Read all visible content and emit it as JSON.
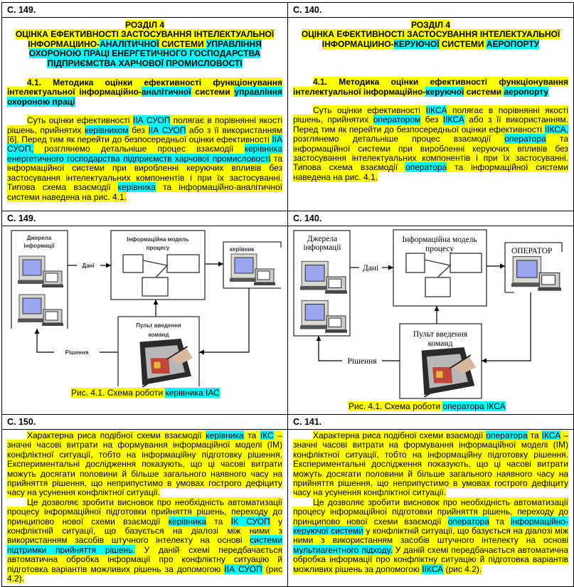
{
  "colors": {
    "yellow": "#ffff00",
    "cyan": "#00ffff"
  },
  "rows": [
    {
      "left_page": "С. 149.",
      "right_page": "С. 140."
    },
    {
      "left_page": "С. 149.",
      "right_page": "С. 140."
    },
    {
      "left_page": "С. 150.",
      "right_page": "С. 141."
    }
  ],
  "left_top": {
    "section": [
      {
        "t": "РОЗДІЛ 4",
        "h": "y"
      }
    ],
    "title": [
      {
        "t": "ОЦІНКА ЕФЕКТИВНОСТІ ЗАСТОСУВАННЯ ІНТЕЛЕКТУАЛЬНОЇ ІНФОРМАЦІИНО-",
        "h": "y"
      },
      {
        "t": "АНАЛІТИЧНОЇ",
        "h": "c"
      },
      {
        "t": "  СИСТЕМИ ",
        "h": "y"
      },
      {
        "t": "УПРАВЛІННЯ ОХОРОНОЮ ПРАЦІ ЕНЕРГЕТИЧНОГО ГОСПОДАРСТВА ПІДПРИЄМСТВА ХАРЧОВОЇ ПРОМИСЛОВОСТІ",
        "h": "c"
      }
    ],
    "subtitle": [
      {
        "t": "4.1. Методика оцінки ефективності функціонування інтелектуальної інформаційно-",
        "h": "y"
      },
      {
        "t": "аналітичної",
        "h": "c"
      },
      {
        "t": "  системи ",
        "h": "y"
      },
      {
        "t": "управління охороною праці",
        "h": "c"
      }
    ],
    "paragraph": [
      {
        "t": "Суть оцінки ефективності ",
        "h": "y"
      },
      {
        "t": "ІІА СУОП",
        "h": "c"
      },
      {
        "t": " полягає в порівнянні якості рішень, прийнятих ",
        "h": "y"
      },
      {
        "t": "керівником",
        "h": "c"
      },
      {
        "t": " без ",
        "h": "y"
      },
      {
        "t": "ІІА СУОП",
        "h": "c"
      },
      {
        "t": " або з її використанням [6]. Перед тим як перейти до безпосередньої оцінки ефективності ",
        "h": "y"
      },
      {
        "t": "ІІА СУОП,",
        "h": "c"
      },
      {
        "t": " розглянемо детальніше процес взаємодії ",
        "h": "y"
      },
      {
        "t": "керівника енергетичного господарства підприємств харчової промисловості",
        "h": "c"
      },
      {
        "t": " та інформаційної системи при виробленні керуючих впливів без застосування інтелектуальних компонентів і при їх застосуванні. Типова схема взаємодії ",
        "h": "y"
      },
      {
        "t": "керівника",
        "h": "c"
      },
      {
        "t": " та інформаційно-аналітичної системи наведена на рис. 4.1.",
        "h": "y"
      }
    ]
  },
  "right_top": {
    "section": [
      {
        "t": "РОЗДІЛ 4",
        "h": "y"
      }
    ],
    "title": [
      {
        "t": "ОЦІНКА ЕФЕКТИВНОСТІ ЗАСТОСУВАННЯ ІНТЕЛЕКТУАЛЬНОЇ ІНФОРМАЦІИНО-",
        "h": "y"
      },
      {
        "t": "КЕРУЮЧОЇ",
        "h": "c"
      },
      {
        "t": "  СИСТЕМИ ",
        "h": "y"
      },
      {
        "t": "АЕРОПОРТУ",
        "h": "c"
      }
    ],
    "subtitle": [
      {
        "t": "4.1. Методика оцінки ефективності функціонування інтелектуальної інформаційно-",
        "h": "y"
      },
      {
        "t": "керуючої",
        "h": "c"
      },
      {
        "t": "  системи ",
        "h": "y"
      },
      {
        "t": "аеропорту",
        "h": "c"
      }
    ],
    "paragraph": [
      {
        "t": "Суть оцінки ефективності ",
        "h": "y"
      },
      {
        "t": "ІІКСА",
        "h": "c"
      },
      {
        "t": " полягає в порівнянні якості рішень, прийнятих ",
        "h": "y"
      },
      {
        "t": "оператором",
        "h": "c"
      },
      {
        "t": " без ",
        "h": "y"
      },
      {
        "t": "ІІКСА",
        "h": "c"
      },
      {
        "t": " або з її використанням. Перед тим як перейти до безпосередньої оцінки ефективності ",
        "h": "y"
      },
      {
        "t": "ІІКСА,",
        "h": "c"
      },
      {
        "t": " розглянемо детальніше процес взаємодії ",
        "h": "y"
      },
      {
        "t": "оператора",
        "h": "c"
      },
      {
        "t": " та інформаційної системи при виробленні керуючих впливів без застосування інтелектуальних компонентів і при їх застосуванні. Типова схема взаємодії ",
        "h": "y"
      },
      {
        "t": "оператора",
        "h": "c"
      },
      {
        "t": " та інформаційної системи наведена на рис. 4.1.",
        "h": "y"
      }
    ]
  },
  "left_diagram": {
    "sources": [
      "Джерела",
      "інформації"
    ],
    "model": [
      "Інформаційна модель",
      "процесу"
    ],
    "actor": "керівник",
    "data_label": "Дані",
    "console": [
      "Пульт введення",
      "команд"
    ],
    "decision_label": "Рішення",
    "caption": [
      {
        "t": "Рис. 4.1. Схема роботи ",
        "h": "y"
      },
      {
        "t": "керівника ІАС",
        "h": "c"
      }
    ]
  },
  "right_diagram": {
    "sources": [
      "Джерела",
      "інформації"
    ],
    "model": [
      "Інформаційна модель",
      "процесу"
    ],
    "actor": "ОПЕРАТОР",
    "data_label": "Дані",
    "console": [
      "Пульт введення",
      "команд"
    ],
    "decision_label": "Рішення",
    "caption": [
      {
        "t": "Рис. 4.1. Схема роботи ",
        "h": "y"
      },
      {
        "t": "оператора ІКСА",
        "h": "c"
      }
    ]
  },
  "left_bottom": {
    "p1": [
      {
        "t": "Характерна риса подібної схеми взаємодії ",
        "h": "y"
      },
      {
        "t": "керівника",
        "h": "c"
      },
      {
        "t": " та ",
        "h": "y"
      },
      {
        "t": "ІКС",
        "h": "c"
      },
      {
        "t": " – значні часові витрати на формування інформаційної моделі (ІМ) конфліктної ситуації, тобто на інформаційну підготовку рішення. Експериментальні дослідження показують, що ці часові витрати можуть досягати половини й більше загального наявного часу на прийняття рішення, що неприпустимо в умовах гострого дефіциту часу на усунення конфліктної ситуації.",
        "h": "y"
      }
    ],
    "p2": [
      {
        "t": "Це дозволяє зробити висновок про необхідність автоматизації процесу інформаційної підготовки прийняття рішень, переходу до принципово нової схеми взаємодії ",
        "h": "y"
      },
      {
        "t": "керівника",
        "h": "c"
      },
      {
        "t": " та ",
        "h": "y"
      },
      {
        "t": "ІК СУОП",
        "h": "c"
      },
      {
        "t": " у конфліктній ситуації, що базується на діалозі між ними з використанням засобів штучного інтелекту на основі ",
        "h": "y"
      },
      {
        "t": "системи підтримки прийняття рішень.",
        "h": "c"
      },
      {
        "t": " У даній схемі передбачається автоматична обробка інформації про конфліктну ситуацію й підготовка варіантів можливих рішень за допомогою ",
        "h": "y"
      },
      {
        "t": "ІІА СУОП",
        "h": "c"
      },
      {
        "t": " (рис 4.2).",
        "h": "y"
      }
    ]
  },
  "right_bottom": {
    "p1": [
      {
        "t": "Характерна риса подібної схеми взаємодії ",
        "h": "y"
      },
      {
        "t": "оператора",
        "h": "c"
      },
      {
        "t": " та ",
        "h": "y"
      },
      {
        "t": "ІКСА",
        "h": "c"
      },
      {
        "t": " – значні часові витрати на формування інформаційної моделі (ІМ) конфліктної ситуації, тобто на інформаційну підготовку рішення. Експериментальні дослідження показують, що ці часові витрати можуть досягати половини й більше загального наявного часу на прийняття рішення, що неприпустимо в умовах гострого дефіциту часу на усунення конфліктної ситуації.",
        "h": "y"
      }
    ],
    "p2": [
      {
        "t": "Це дозволяє зробити висновок про необхідність автоматизації процесу інформаційної підготовки прийняття рішень, переходу до принципово нової схеми взаємодії ",
        "h": "y"
      },
      {
        "t": "оператора",
        "h": "c"
      },
      {
        "t": " та ",
        "h": "y"
      },
      {
        "t": "інформаційно-керуючої системи",
        "h": "c"
      },
      {
        "t": " у конфліктній ситуації, що базується на діалозі між ними з використанням засобів штучного інтелекту на основі ",
        "h": "y"
      },
      {
        "t": "мультиагентного підходу.",
        "h": "c"
      },
      {
        "t": " У даній схемі передбачається автоматична обробка інформації про конфліктну ситуацію й підготовка варіантів можливих рішень за допомогою ",
        "h": "y"
      },
      {
        "t": "ІІКСА",
        "h": "c"
      },
      {
        "t": " (рис 4.2).",
        "h": "y"
      }
    ]
  }
}
